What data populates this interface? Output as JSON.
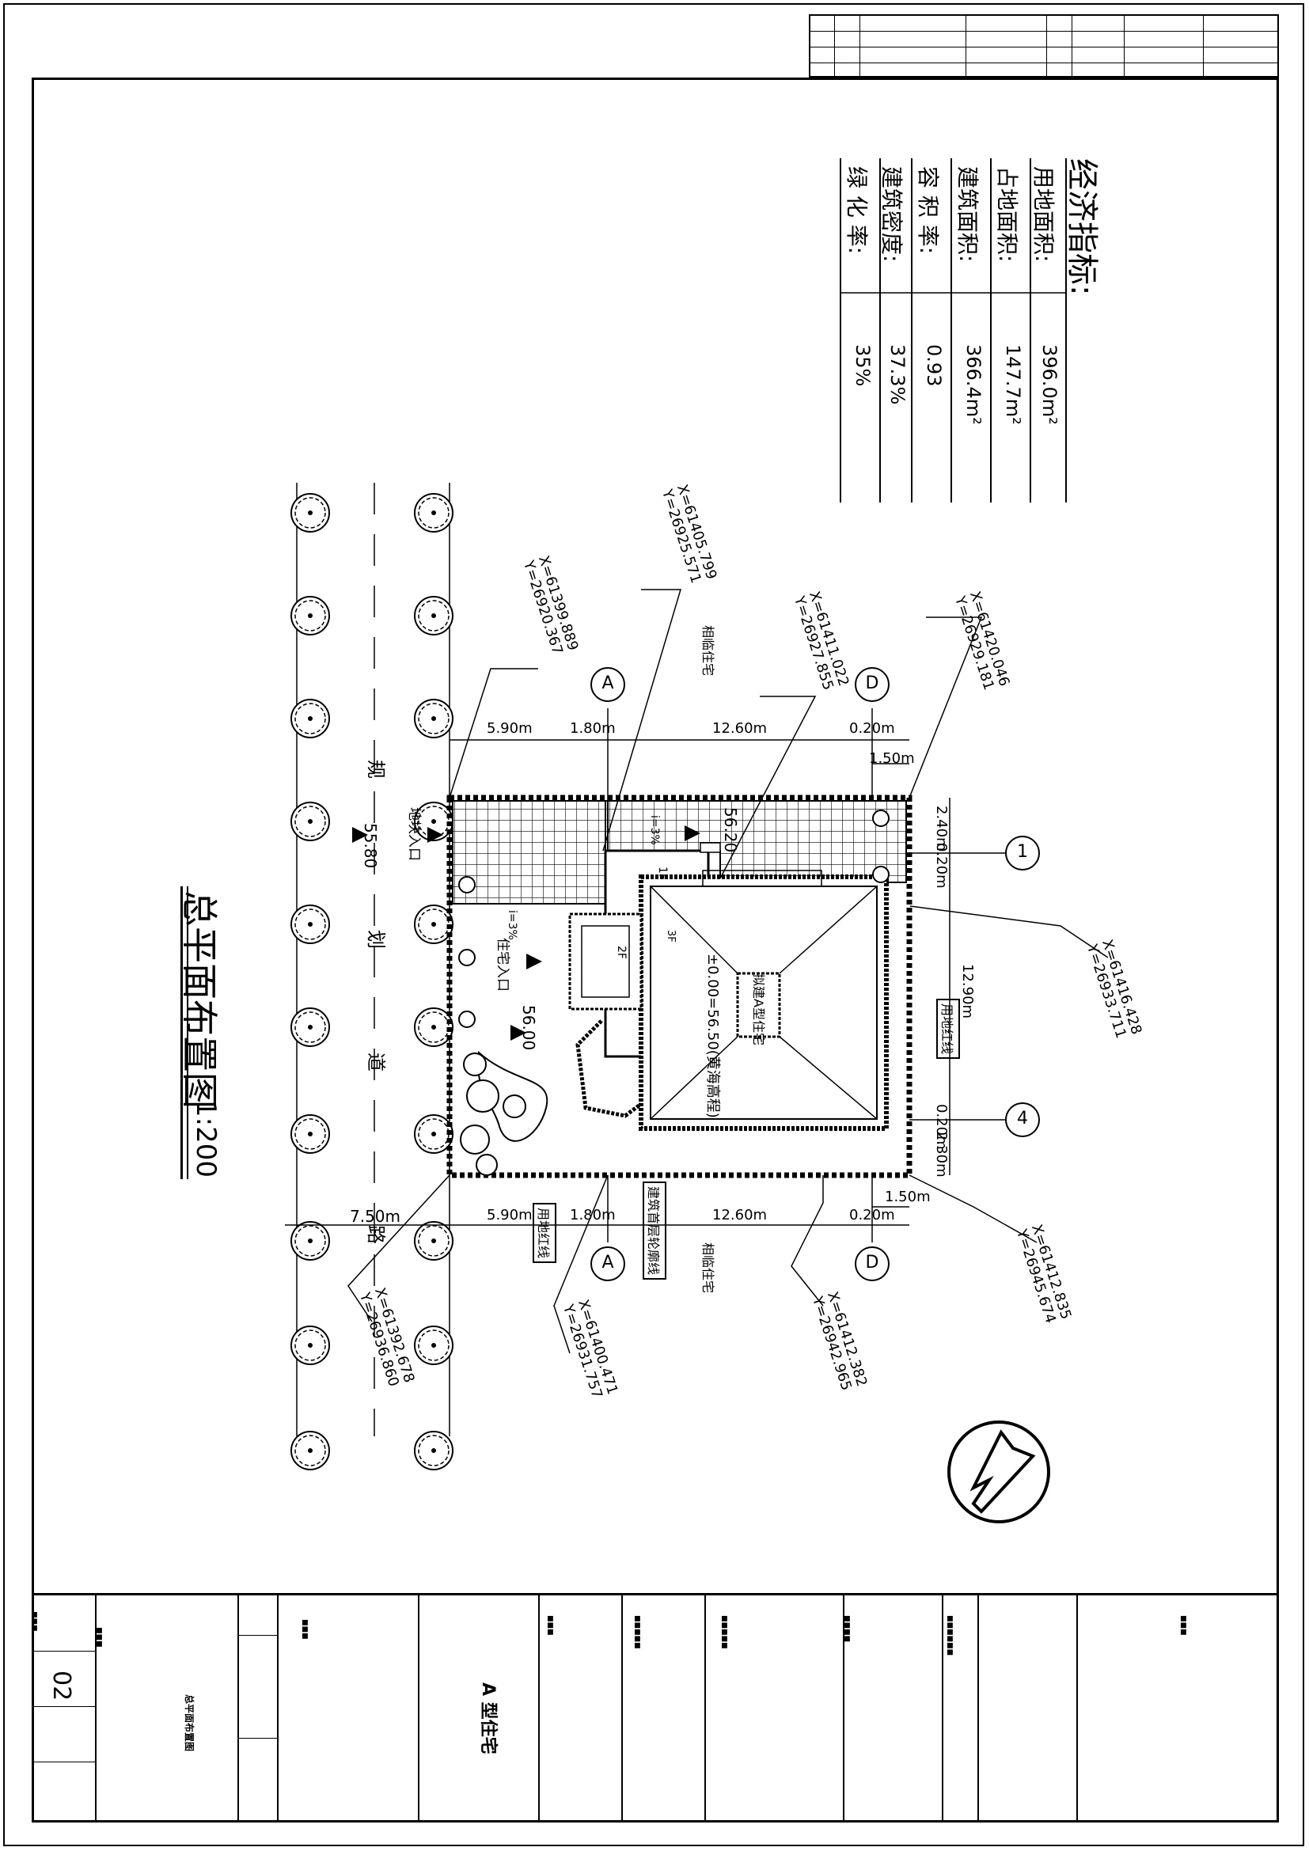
{
  "drawing": {
    "title": "总平面布置图",
    "scale": "1:200"
  },
  "indicators": {
    "heading": "经济指标:",
    "rows": [
      {
        "label": "用地面积:",
        "value": "396.0m²"
      },
      {
        "label": "占地面积:",
        "value": "147.7m²"
      },
      {
        "label": "建筑面积:",
        "value": "366.4m²"
      },
      {
        "label": "容 积 率:",
        "value": "0.93"
      },
      {
        "label": "建筑密度:",
        "value": "37.3%"
      },
      {
        "label": "绿 化 率:",
        "value": "35%"
      }
    ]
  },
  "site": {
    "road_chars": [
      "规",
      "划",
      "道",
      "路"
    ],
    "road_width": "7.50m",
    "neighbor_top": "相临住宅",
    "neighbor_bottom": "相临住宅",
    "garage_entrance": "地块入口",
    "house_entrance": "住宅入口",
    "house_label": "拟建A型住宅",
    "elevation_note": "±0.00=56.50(黄海高程)",
    "elev_1": "55.80",
    "elev_2": "56.00",
    "elev_3": "56.20",
    "slope_1": "i=3%",
    "slope_2": "i=3%",
    "floor_1": "1F",
    "floor_2": "2F",
    "floor_3": "3F",
    "redline_label_1": "用地红线",
    "redline_label_2": "用地红线",
    "outline_label": "建筑首层轮廓线"
  },
  "axes": {
    "A_top": "A",
    "D_top": "D",
    "A_bottom": "A",
    "D_bottom": "D",
    "one": "1",
    "four": "4"
  },
  "dims": {
    "t1": "5.90m",
    "t2": "1.80m",
    "t3": "12.60m",
    "t4": "0.20m",
    "t5": "1.50m",
    "b1": "5.90m",
    "b2": "1.80m",
    "b3": "12.60m",
    "b4": "0.20m",
    "b5": "1.50m",
    "r1": "2.40m",
    "r2": "0.20m",
    "r3": "12.90m",
    "r4": "0.20m",
    "r5": "2.30m"
  },
  "coords": [
    {
      "x": "X=61405.799",
      "y": "Y=26925.571"
    },
    {
      "x": "X=61399.889",
      "y": "Y=26920.367"
    },
    {
      "x": "X=61411.022",
      "y": "Y=26927.855"
    },
    {
      "x": "X=61420.046",
      "y": "Y=26929.181"
    },
    {
      "x": "X=61416.428",
      "y": "Y=26933.711"
    },
    {
      "x": "X=61412.835",
      "y": "Y=26945.674"
    },
    {
      "x": "X=61412.382",
      "y": "Y=26942.965"
    },
    {
      "x": "X=61400.471",
      "y": "Y=26931.757"
    },
    {
      "x": "X=61392.678",
      "y": "Y=26936.860"
    }
  ],
  "title_block": {
    "project_type": "A 型住宅",
    "sheet_name": "总平面布置图",
    "sheet_no": "02"
  }
}
